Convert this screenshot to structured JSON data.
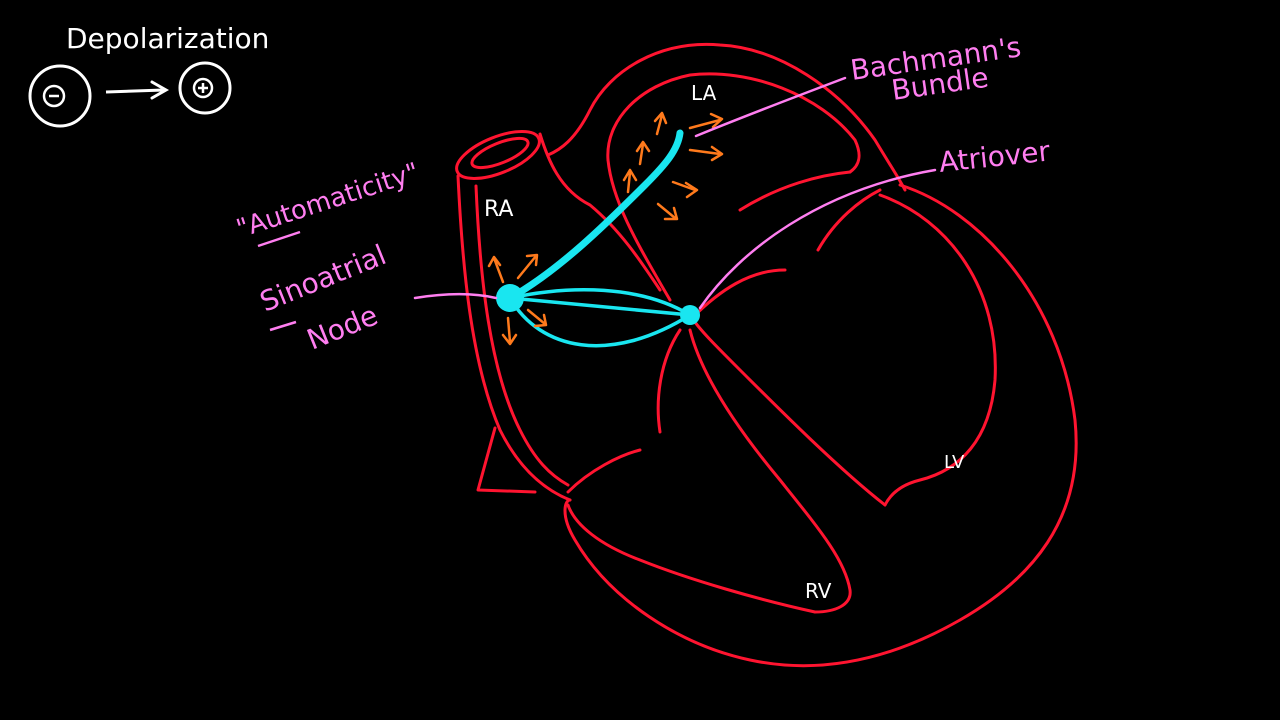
{
  "colors": {
    "background": "#000000",
    "heart_outline": "#ff1430",
    "conduction": "#19e6f0",
    "propagation_arrows": "#ff7a1c",
    "labels_pink": "#ff7ef0",
    "labels_white": "#ffffff"
  },
  "legend": {
    "title": "Depolarization",
    "from_symbol": "⊖",
    "to_symbol": "⊕"
  },
  "labels": {
    "automaticity": "\"Automaticity\"",
    "sinoatrial_line1": "Sinoatrial",
    "sinoatrial_line2": "Node",
    "bachmann_line1": "Bachmann's",
    "bachmann_line2": "Bundle",
    "atrioventricular": "Atriover",
    "ra": "RA",
    "la": "LA",
    "rv": "RV",
    "lv": "LV"
  }
}
